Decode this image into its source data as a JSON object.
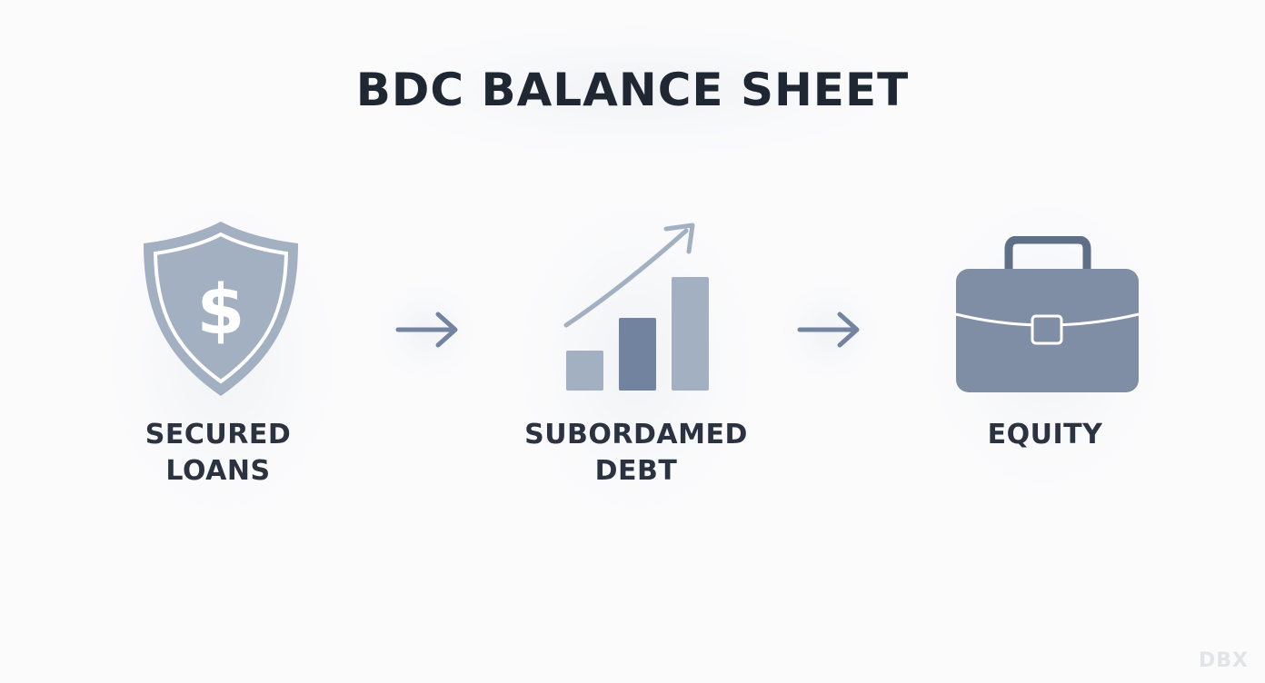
{
  "title": "BDC BALANCE SHEET",
  "steps": [
    {
      "icon": "shield-dollar-icon",
      "label_lines": [
        "SECURED",
        "LOANS"
      ]
    },
    {
      "icon": "bar-chart-growth-icon",
      "label_lines": [
        "SUBORDAMED",
        "DEBT"
      ]
    },
    {
      "icon": "briefcase-icon",
      "label_lines": [
        "EQUITY"
      ]
    }
  ],
  "connector_icon": "arrow-right-icon",
  "colors": {
    "text": "#2b3340",
    "title": "#1f2733",
    "icon_light": "#a3b0c2",
    "icon_mid": "#7f8ea5",
    "icon_dark": "#5f6f88"
  },
  "watermark": "DBX"
}
